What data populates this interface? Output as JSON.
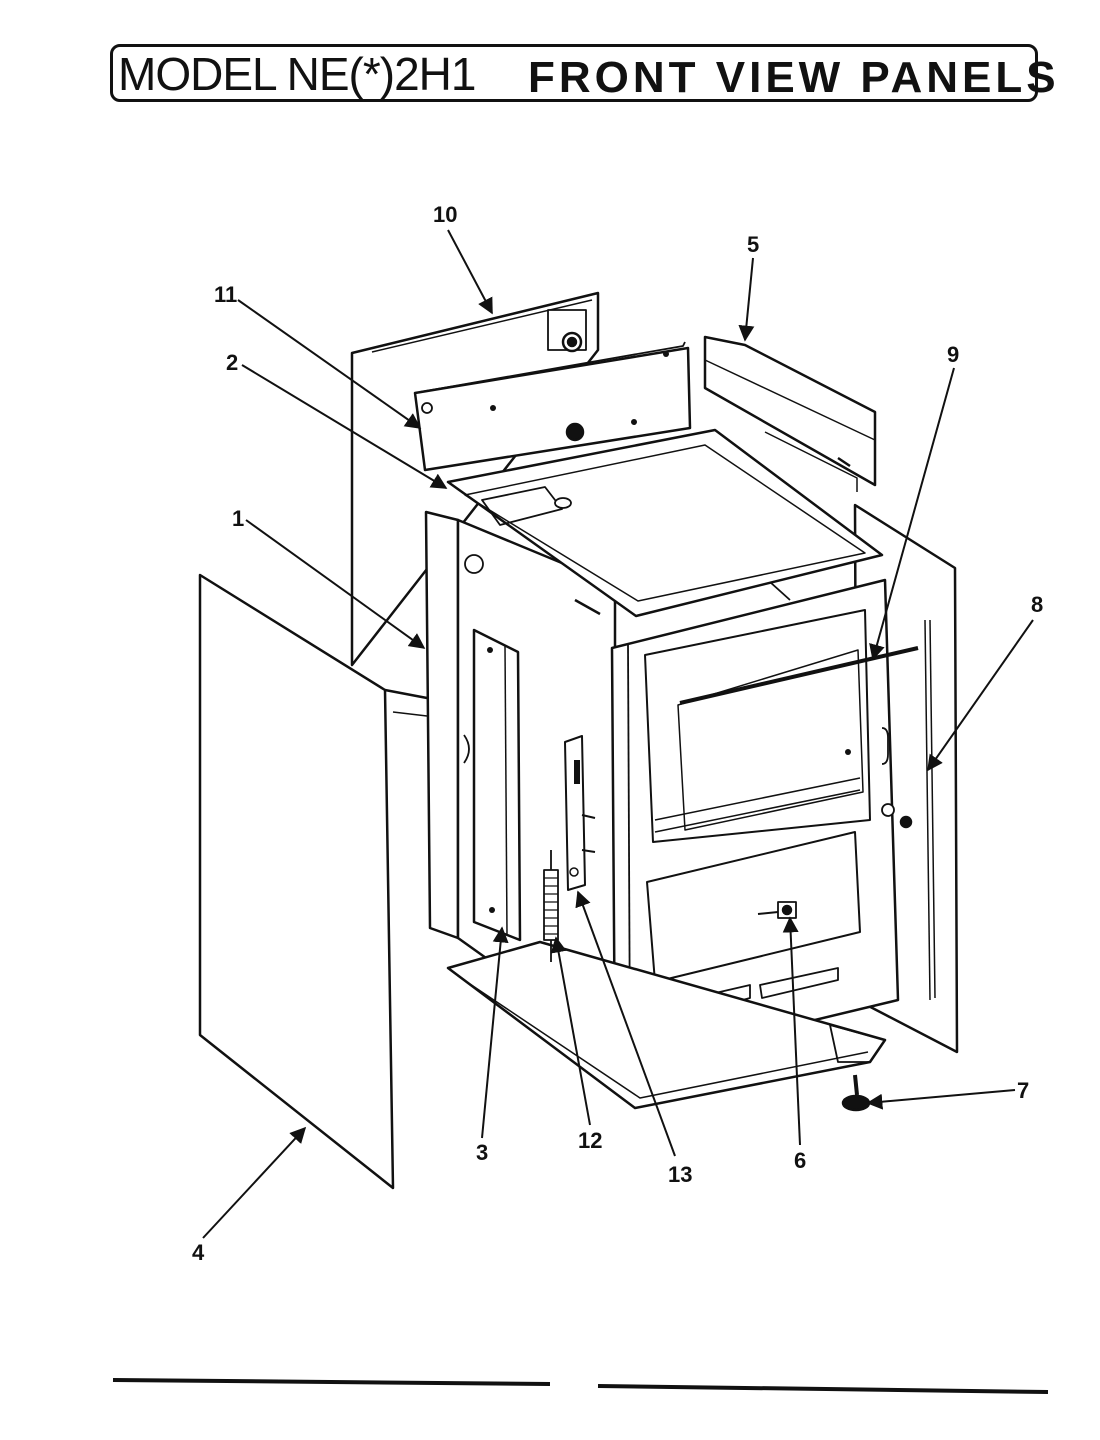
{
  "header": {
    "model": "MODEL NE(*)2H1",
    "section": "FRONT VIEW PANELS"
  },
  "callouts": {
    "c1": "1",
    "c2": "2",
    "c3": "3",
    "c4": "4",
    "c5": "5",
    "c6": "6",
    "c7": "7",
    "c8": "8",
    "c9": "9",
    "c10": "10",
    "c11": "11",
    "c12": "12",
    "c13": "13"
  }
}
